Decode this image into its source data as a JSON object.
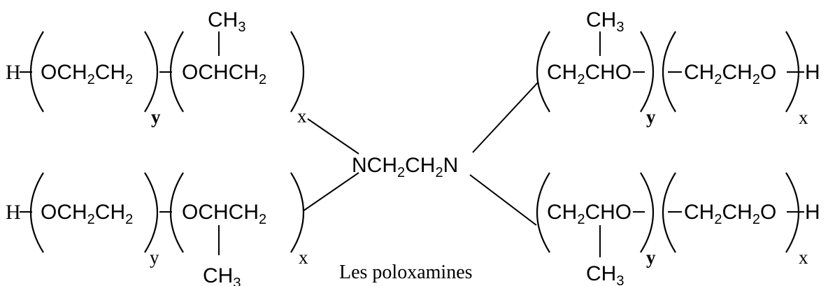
{
  "caption": "Les poloxamines",
  "core": {
    "n1": "NCH",
    "n1_sub": "2",
    "n2": "CH",
    "n2_sub": "2",
    "n3": "N"
  },
  "left_top": {
    "h": "H",
    "u1": "OCH",
    "u1s1": "2",
    "u1b": "CH",
    "u1s2": "2",
    "u2": "OCHCH",
    "u2s": "2",
    "branch": "CH",
    "branch_sub": "3",
    "idx_y": "y",
    "idx_x": "x"
  },
  "left_bottom": {
    "h": "H",
    "u1": "OCH",
    "u1s1": "2",
    "u1b": "CH",
    "u1s2": "2",
    "u2": "OCHCH",
    "u2s": "2",
    "branch": "CH",
    "branch_sub": "3",
    "idx_y": "y",
    "idx_x": "x"
  },
  "right_top": {
    "u1": "CH",
    "u1s": "2",
    "u1b": "CHO",
    "u2": "CH",
    "u2s1": "2",
    "u2b": "CH",
    "u2s2": "2",
    "u2c": "O",
    "h": "H",
    "branch": "CH",
    "branch_sub": "3",
    "idx_y": "y",
    "idx_x": "x"
  },
  "right_bottom": {
    "u1": "CH",
    "u1s": "2",
    "u1b": "CHO",
    "u2": "CH",
    "u2s1": "2",
    "u2b": "CH",
    "u2s2": "2",
    "u2c": "O",
    "h": "H",
    "branch": "CH",
    "branch_sub": "3",
    "idx_y": "y",
    "idx_x": "x"
  }
}
